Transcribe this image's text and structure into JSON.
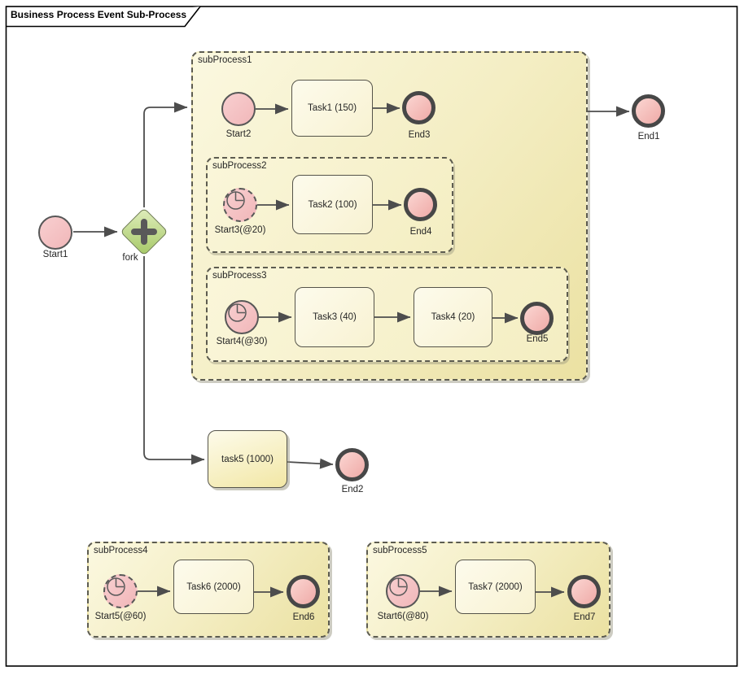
{
  "diagram": {
    "title": "Business Process Event Sub-Process"
  },
  "colors": {
    "subprocess_fill": "#f4eec4",
    "task_fill": "#fbf8e0",
    "task5_fill": "#f2e7a5",
    "event_fill": "#f5c3c5",
    "end_border": "#474747",
    "gateway_fill": "#b9d77f",
    "gateway_cross": "#595959",
    "connector": "#4d4d4d",
    "shadow": "#918e78"
  },
  "nodes": {
    "start1": {
      "label": "Start1",
      "type": "start-event"
    },
    "fork": {
      "label": "fork",
      "type": "parallel-gateway"
    },
    "subProcess1": {
      "label": "subProcess1",
      "type": "sub-process"
    },
    "start2": {
      "label": "Start2",
      "type": "start-event"
    },
    "task1": {
      "label": "Task1 (150)",
      "type": "task"
    },
    "end3": {
      "label": "End3",
      "type": "end-event"
    },
    "subProcess2": {
      "label": "subProcess2",
      "type": "event-sub-process"
    },
    "start3": {
      "label": "Start3(@20)",
      "type": "timer-start-event-dashed"
    },
    "task2": {
      "label": "Task2 (100)",
      "type": "task"
    },
    "end4": {
      "label": "End4",
      "type": "end-event"
    },
    "subProcess3": {
      "label": "subProcess3",
      "type": "event-sub-process"
    },
    "start4": {
      "label": "Start4(@30)",
      "type": "timer-start-event"
    },
    "task3": {
      "label": "Task3 (40)",
      "type": "task"
    },
    "task4": {
      "label": "Task4 (20)",
      "type": "task"
    },
    "end5": {
      "label": "End5",
      "type": "end-event"
    },
    "end1": {
      "label": "End1",
      "type": "end-event"
    },
    "task5": {
      "label": "task5 (1000)",
      "type": "task"
    },
    "end2": {
      "label": "End2",
      "type": "end-event"
    },
    "subProcess4": {
      "label": "subProcess4",
      "type": "event-sub-process"
    },
    "start5": {
      "label": "Start5(@60)",
      "type": "timer-start-event-dashed"
    },
    "task6": {
      "label": "Task6 (2000)",
      "type": "task"
    },
    "end6": {
      "label": "End6",
      "type": "end-event"
    },
    "subProcess5": {
      "label": "subProcess5",
      "type": "event-sub-process"
    },
    "start6": {
      "label": "Start6(@80)",
      "type": "timer-start-event"
    },
    "task7": {
      "label": "Task7 (2000)",
      "type": "task"
    },
    "end7": {
      "label": "End7",
      "type": "end-event"
    }
  }
}
